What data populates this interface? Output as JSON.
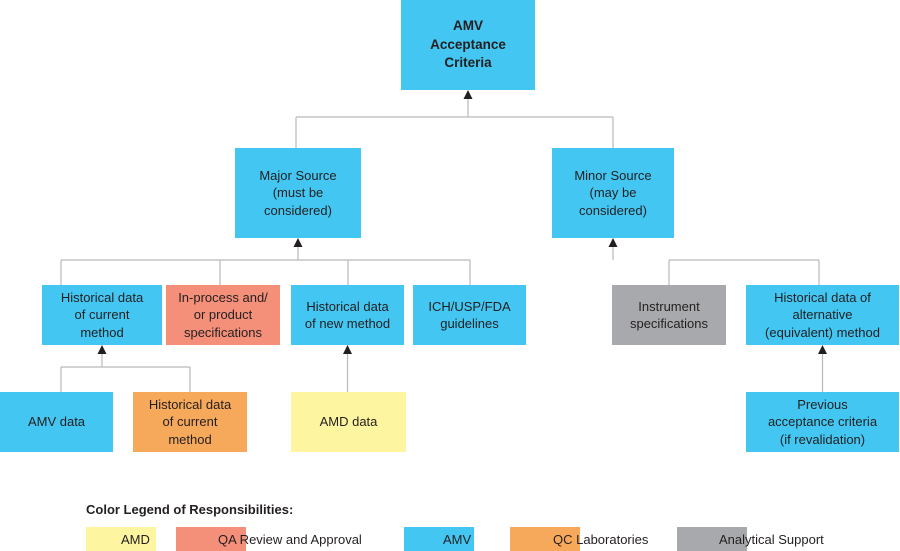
{
  "colors": {
    "amv": "#43c7f2",
    "qa": "#f4907a",
    "qc": "#f7a95b",
    "amd": "#fdf5a0",
    "support": "#a8a9ac",
    "connector": "#b8b9bb",
    "arrow": "#231f20"
  },
  "nodes": {
    "root": {
      "text": "AMV\nAcceptance\nCriteria",
      "color_key": "amv"
    },
    "major": {
      "text": "Major Source\n(must be\nconsidered)",
      "color_key": "amv"
    },
    "minor": {
      "text": "Minor Source\n(may be\nconsidered)",
      "color_key": "amv"
    },
    "hist_current": {
      "text": "Historical data\nof current\nmethod",
      "color_key": "amv"
    },
    "inprocess": {
      "text": "In-process and/\nor product\nspecifications",
      "color_key": "qa"
    },
    "hist_new": {
      "text": "Historical data\nof new method",
      "color_key": "amv"
    },
    "guidelines": {
      "text": "ICH/USP/FDA\nguidelines",
      "color_key": "amv"
    },
    "instrument": {
      "text": "Instrument\nspecifications",
      "color_key": "support"
    },
    "hist_alt": {
      "text": "Historical data of\nalternative\n(equivalent) method",
      "color_key": "amv"
    },
    "amv_data": {
      "text": "AMV data",
      "color_key": "amv"
    },
    "hist_current_qc": {
      "text": "Historical data\nof current\nmethod",
      "color_key": "qc"
    },
    "amd_data": {
      "text": "AMD data",
      "color_key": "amd"
    },
    "previous": {
      "text": "Previous\nacceptance criteria\n(if revalidation)",
      "color_key": "amv"
    }
  },
  "edges": [
    {
      "parent": "root",
      "children": [
        "major",
        "minor"
      ]
    },
    {
      "parent": "major",
      "children": [
        "hist_current",
        "inprocess",
        "hist_new",
        "guidelines"
      ]
    },
    {
      "parent": "minor",
      "children": [
        "instrument",
        "hist_alt"
      ]
    },
    {
      "parent": "hist_current",
      "children": [
        "amv_data",
        "hist_current_qc"
      ]
    },
    {
      "parent": "hist_new",
      "children": [
        "amd_data"
      ]
    },
    {
      "parent": "hist_alt",
      "children": [
        "previous"
      ]
    }
  ],
  "legend": {
    "title": "Color Legend of Responsibilities:",
    "items": [
      {
        "id": "amd",
        "label": "AMD",
        "color_key": "amd"
      },
      {
        "id": "qa",
        "label": "QA Review and Approval",
        "color_key": "qa"
      },
      {
        "id": "amv",
        "label": "AMV",
        "color_key": "amv"
      },
      {
        "id": "qc",
        "label": "QC Laboratories",
        "color_key": "qc"
      },
      {
        "id": "support",
        "label": "Analytical Support",
        "color_key": "support"
      }
    ]
  }
}
